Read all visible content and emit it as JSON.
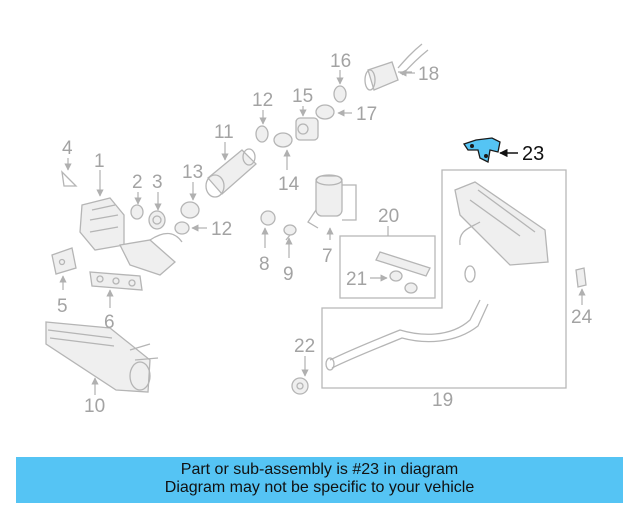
{
  "diagram": {
    "labels": [
      "1",
      "2",
      "3",
      "4",
      "5",
      "6",
      "7",
      "8",
      "9",
      "10",
      "11",
      "12",
      "12",
      "13",
      "14",
      "15",
      "16",
      "17",
      "18",
      "19",
      "20",
      "21",
      "22",
      "23",
      "24"
    ],
    "highlight_part": "23",
    "highlight_color": "#55c4f4"
  },
  "banner": {
    "line1": "Part or sub-assembly is #23 in diagram",
    "line2": "Diagram may not be specific to your vehicle",
    "background": "#55c4f4"
  }
}
